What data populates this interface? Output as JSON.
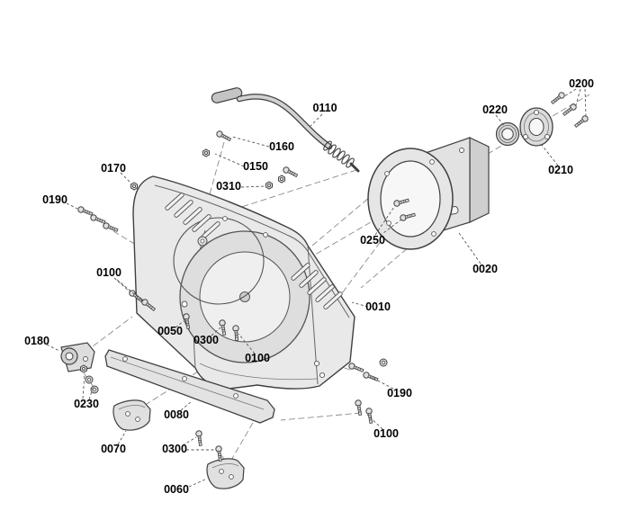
{
  "diagram": {
    "colors": {
      "background": "#ffffff",
      "line": "#404040",
      "part-fill": "#e6e6e6",
      "part-fill-dark": "#cfcfcf",
      "label": "#000000",
      "leader": "#555555"
    }
  },
  "labels": [
    {
      "id": "0200",
      "text": "0200"
    },
    {
      "id": "0220",
      "text": "0220"
    },
    {
      "id": "0110",
      "text": "0110"
    },
    {
      "id": "0160",
      "text": "0160"
    },
    {
      "id": "0150",
      "text": "0150"
    },
    {
      "id": "0170",
      "text": "0170"
    },
    {
      "id": "0310",
      "text": "0310"
    },
    {
      "id": "0210",
      "text": "0210"
    },
    {
      "id": "0190-left",
      "text": "0190"
    },
    {
      "id": "0250",
      "text": "0250"
    },
    {
      "id": "0020",
      "text": "0020"
    },
    {
      "id": "0100-left",
      "text": "0100"
    },
    {
      "id": "0010",
      "text": "0010"
    },
    {
      "id": "0180",
      "text": "0180"
    },
    {
      "id": "0050",
      "text": "0050"
    },
    {
      "id": "0300-upper",
      "text": "0300"
    },
    {
      "id": "0100-mid",
      "text": "0100"
    },
    {
      "id": "0230",
      "text": "0230"
    },
    {
      "id": "0190-right",
      "text": "0190"
    },
    {
      "id": "0080",
      "text": "0080"
    },
    {
      "id": "0100-right",
      "text": "0100"
    },
    {
      "id": "0070",
      "text": "0070"
    },
    {
      "id": "0300-lower",
      "text": "0300"
    },
    {
      "id": "0060",
      "text": "0060"
    }
  ]
}
